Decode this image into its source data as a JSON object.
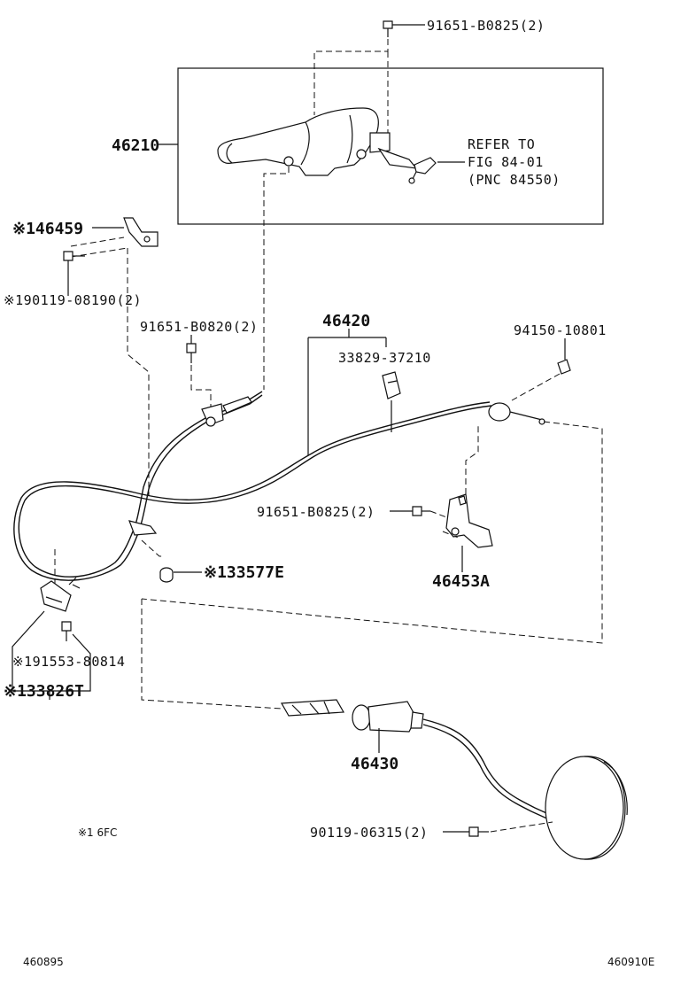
{
  "labels": {
    "bolt_top": "91651-B0825(2)",
    "lever": "46210",
    "refer_1": "REFER TO",
    "refer_2": "FIG 84-01",
    "refer_3": "(PNC 84550)",
    "bracket_46459": "※146459",
    "bolt_90119_08190": "※190119-08190(2)",
    "bolt_b0820": "91651-B0820(2)",
    "cable_front": "46420",
    "clamp_33829": "33829-37210",
    "nut_94150": "94150-10801",
    "bolt_mid": "91651-B0825(2)",
    "bracket_46453a": "46453A",
    "grommet_33577e": "※133577E",
    "clip_91553": "※191553-80814",
    "bracket_33826t": "※133826T",
    "cable_rear": "46430",
    "bolt_90119_06315": "90119-06315(2)",
    "footnote": "※1 6FC",
    "code_left": "460895",
    "code_right": "460910E"
  }
}
